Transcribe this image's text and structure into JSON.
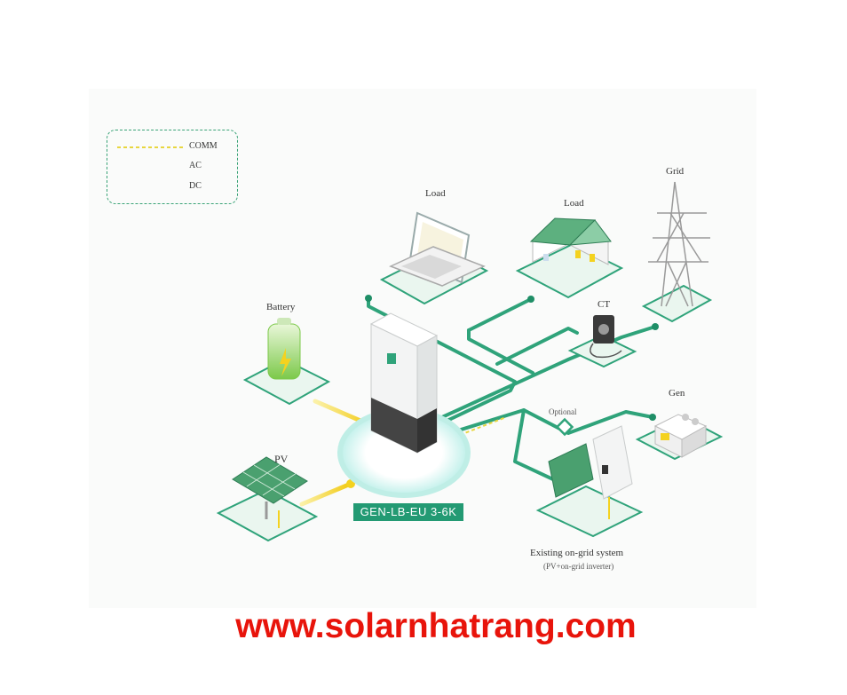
{
  "legend": {
    "comm": "COMM",
    "ac": "AC",
    "dc": "DC"
  },
  "nodes": {
    "load_laptop": "Load",
    "load_house": "Load",
    "grid": "Grid",
    "battery": "Battery",
    "ct": "CT",
    "gen": "Gen",
    "pv": "PV",
    "optional": "Optional",
    "existing_title": "Existing on-grid system",
    "existing_sub": "(PV+on-grid inverter)"
  },
  "inverter_model": "GEN-LB-EU 3-6K",
  "footer_url": "www.solarnhatrang.com",
  "colors": {
    "ac": "#2fa37a",
    "dc": "#f4d21f",
    "comm": "#e8d640",
    "brand": "#239a73",
    "url": "#e8140b"
  }
}
